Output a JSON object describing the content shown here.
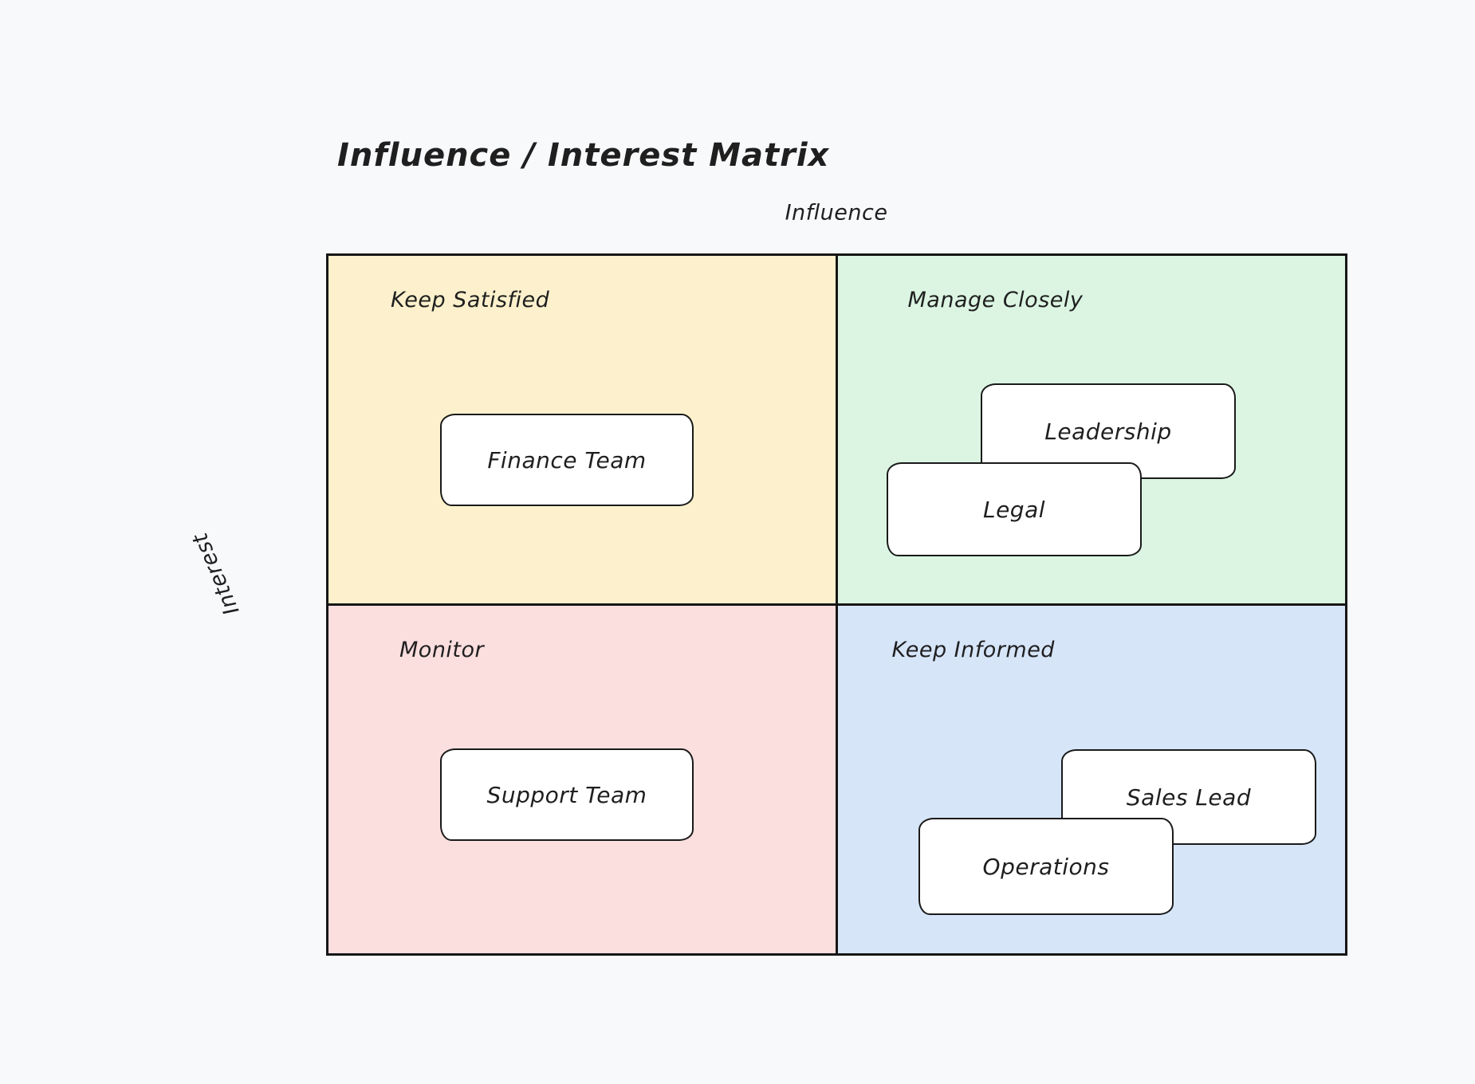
{
  "title": "Influence / Interest Matrix",
  "axes": {
    "x_label": "Influence",
    "y_label": "Interest"
  },
  "colors": {
    "background": "#f8f9fb",
    "line": "#161616",
    "text": "#1f1f1f",
    "card_fill": "#ffffff",
    "quadrant_top_left": "#fcf1cc",
    "quadrant_top_right": "#dbf5e2",
    "quadrant_bottom_left": "#fbdede",
    "quadrant_bottom_right": "#d7e5f9"
  },
  "quadrants": [
    {
      "position": "top-left",
      "label": "Keep Satisfied",
      "color": "#fcf1cc"
    },
    {
      "position": "top-right",
      "label": "Manage Closely",
      "color": "#dbf5e2"
    },
    {
      "position": "bottom-left",
      "label": "Monitor",
      "color": "#fbdede"
    },
    {
      "position": "bottom-right",
      "label": "Keep Informed",
      "color": "#d7e5f9"
    }
  ],
  "stakeholders": [
    {
      "label": "Finance Team",
      "quadrant": "Keep Satisfied"
    },
    {
      "label": "Leadership",
      "quadrant": "Manage Closely"
    },
    {
      "label": "Legal",
      "quadrant": "Manage Closely"
    },
    {
      "label": "Support Team",
      "quadrant": "Monitor"
    },
    {
      "label": "Sales Lead",
      "quadrant": "Keep Informed"
    },
    {
      "label": "Operations",
      "quadrant": "Keep Informed"
    }
  ]
}
